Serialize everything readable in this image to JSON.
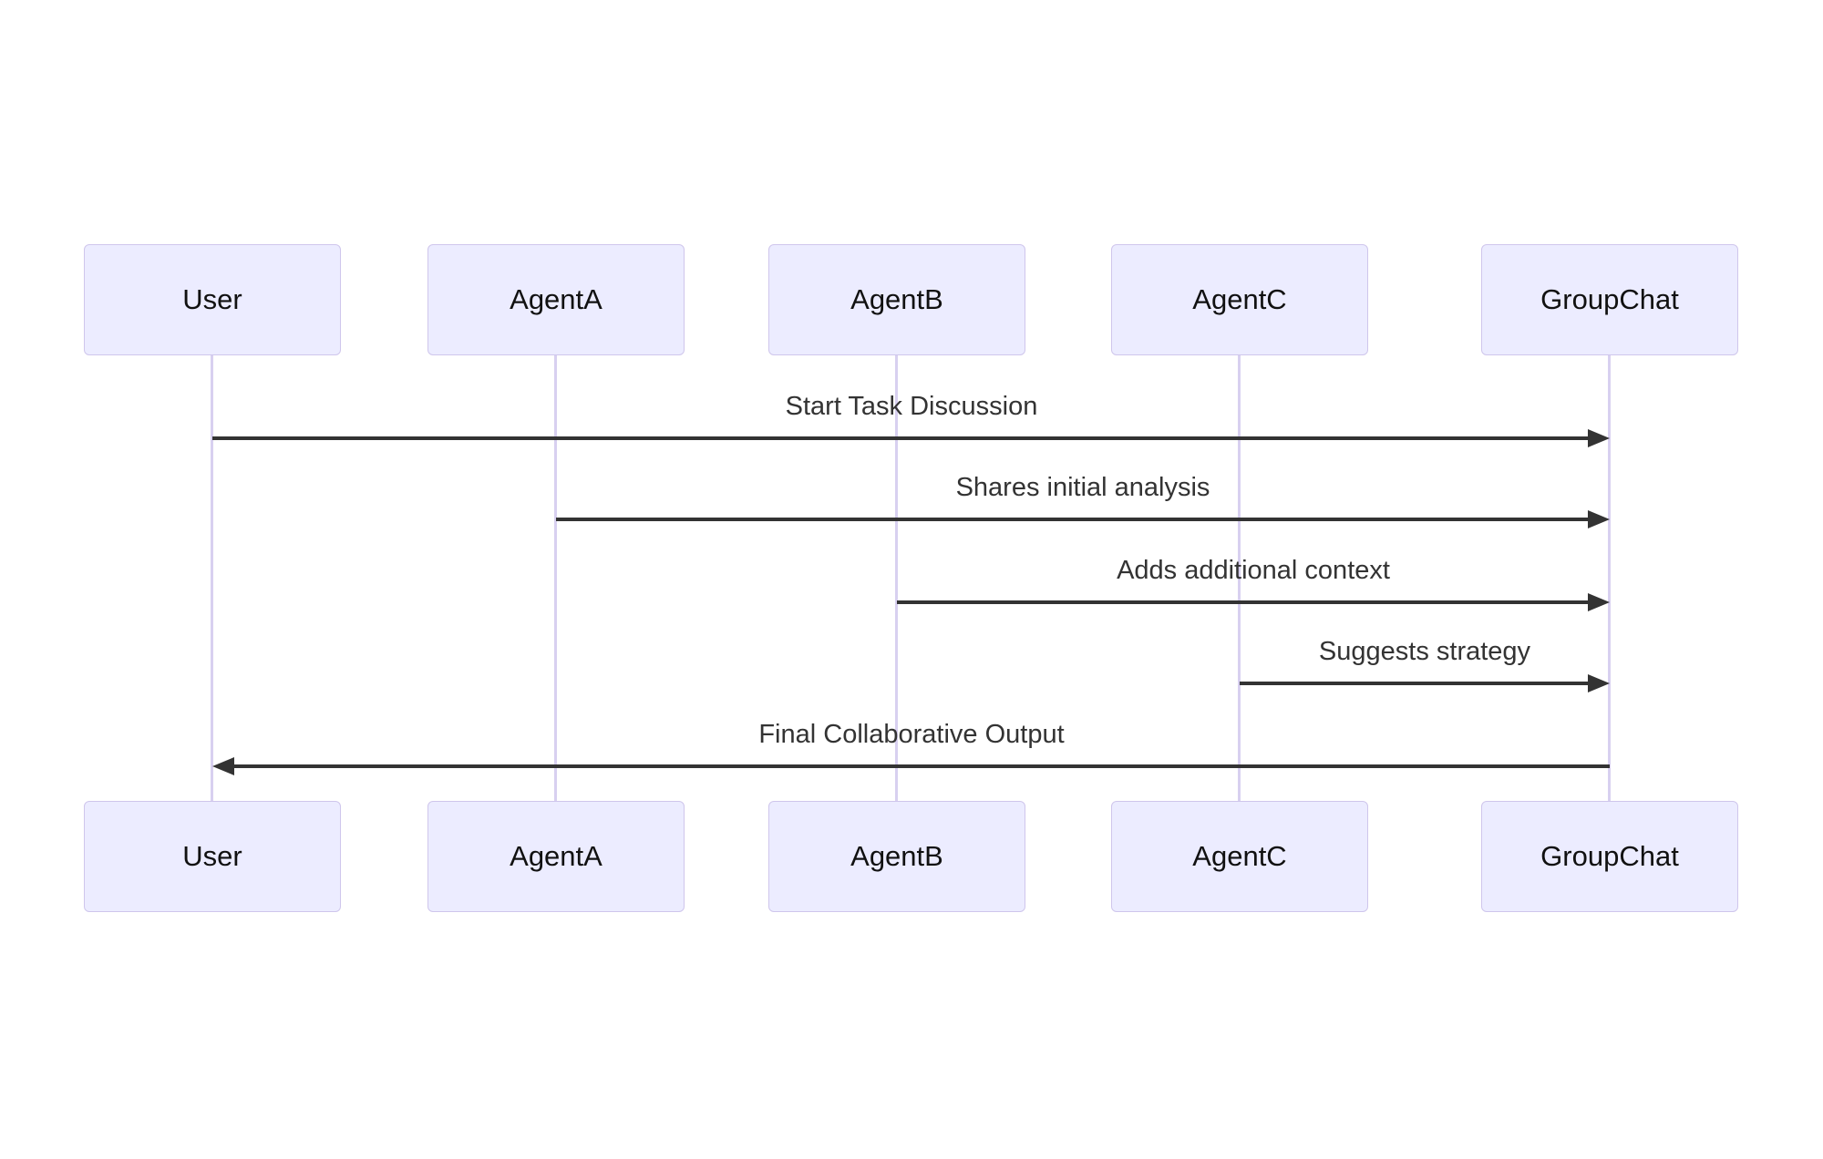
{
  "diagram": {
    "type": "sequence-diagram",
    "actors": [
      {
        "id": "user",
        "label": "User"
      },
      {
        "id": "agent-a",
        "label": "AgentA"
      },
      {
        "id": "agent-b",
        "label": "AgentB"
      },
      {
        "id": "agent-c",
        "label": "AgentC"
      },
      {
        "id": "groupchat",
        "label": "GroupChat"
      }
    ],
    "messages": [
      {
        "from": "User",
        "to": "GroupChat",
        "direction": "right",
        "label": "Start Task Discussion"
      },
      {
        "from": "AgentA",
        "to": "GroupChat",
        "direction": "right",
        "label": "Shares initial analysis"
      },
      {
        "from": "AgentB",
        "to": "GroupChat",
        "direction": "right",
        "label": "Adds additional context"
      },
      {
        "from": "AgentC",
        "to": "GroupChat",
        "direction": "right",
        "label": "Suggests strategy"
      },
      {
        "from": "GroupChat",
        "to": "User",
        "direction": "left",
        "label": "Final Collaborative Output"
      }
    ],
    "colors": {
      "background": "#ffffff",
      "actor_fill": "#ececff",
      "actor_border": "#cfc6ec",
      "lifeline": "#d8d0f0",
      "arrow": "#333333",
      "message_text": "#333333",
      "actor_text": "#111111"
    }
  }
}
